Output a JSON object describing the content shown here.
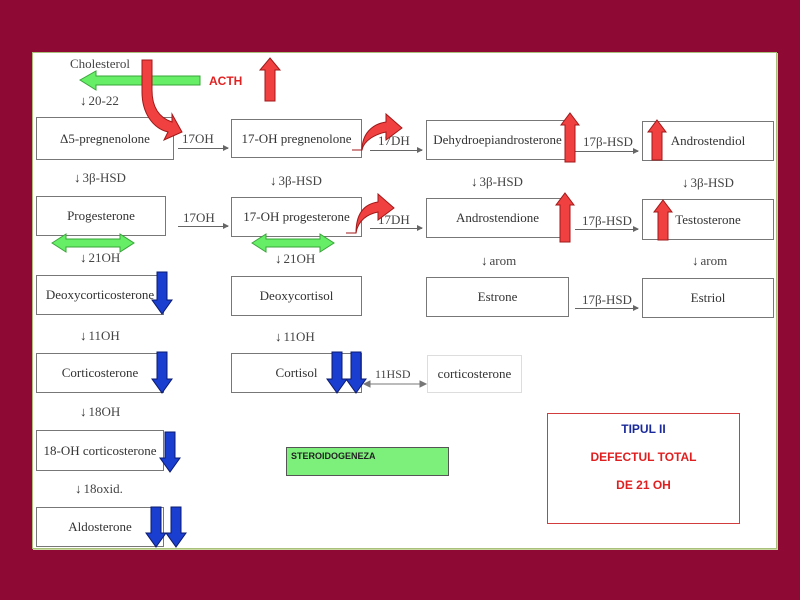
{
  "nodes": {
    "cholesterol": "Cholesterol",
    "pregnenolone": "Δ5-pregnenolone",
    "oh17_pregnenolone": "17-OH pregnenolone",
    "dhea": "Dehydroepiandrosterone",
    "androstendiol": "Androstendiol",
    "progesterone": "Progesterone",
    "oh17_progesterone": "17-OH progesterone",
    "androstendione": "Androstendione",
    "testosterone": "Testosterone",
    "deoxycorticosterone": "Deoxycorticosterone",
    "deoxycortisol": "Deoxycortisol",
    "estrone": "Estrone",
    "estriol": "Estriol",
    "corticosterone": "Corticosterone",
    "cortisol": "Cortisol",
    "corticosterone_small": "corticosterone",
    "oh18_corticosterone": "18-OH corticosterone",
    "aldosterone": "Aldosterone"
  },
  "enzymes": {
    "e20_22": "20-22",
    "e17oh_a": "17OH",
    "e17dh_a": "17DH",
    "e17bhsd_a": "17β-HSD",
    "e3bhsd_a": "3β-HSD",
    "e3bhsd_b": "3β-HSD",
    "e3bhsd_c": "3β-HSD",
    "e3bhsd_d": "3β-HSD",
    "e17oh_b": "17OH",
    "e17dh_b": "17DH",
    "e17bhsd_b": "17β-HSD",
    "e21oh_a": "21OH",
    "e21oh_b": "21OH",
    "arom_a": "arom",
    "arom_b": "arom",
    "e17bhsd_c": "17β-HSD",
    "e11oh_a": "11OH",
    "e11oh_b": "11OH",
    "e11hsd": "11HSD",
    "e18oh": "18OH",
    "e18oxid": "18oxid."
  },
  "acth": "ACTH",
  "steroidogeneza": "STEROIDOGENEZA",
  "tip": {
    "line1": "TIPUL II",
    "line2": "DEFECTUL TOTAL",
    "line3": "DE  21 OH"
  },
  "colors": {
    "background": "#8e0a35",
    "up_arrow": "#f04040",
    "down_arrow": "#1a3fd0",
    "green_arrow": "#66ee66",
    "tip_blue": "#1a2a9a",
    "tip_red": "#e02020"
  }
}
